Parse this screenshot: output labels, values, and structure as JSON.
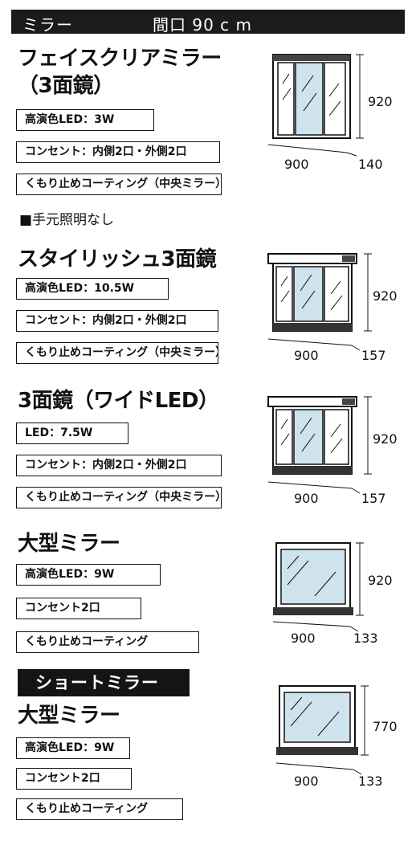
{
  "header": {
    "category": "ミラー",
    "width": "間口 90 c m"
  },
  "sections": [
    {
      "title": "フェイスクリアミラー",
      "title2": "（3面鏡）",
      "features": [
        "高演色LED：3W",
        "コンセント：内側2口・外側2口",
        "くもり止めコーティング（中央ミラー）"
      ],
      "note": "■手元照明なし",
      "dims": {
        "height": "920",
        "width": "900",
        "depth": "140"
      }
    },
    {
      "title": "スタイリッシュ3面鏡",
      "features": [
        "高演色LED：10.5W",
        "コンセント：内側2口・外側2口",
        "くもり止めコーティング（中央ミラー）"
      ],
      "dims": {
        "height": "920",
        "width": "900",
        "depth": "157"
      }
    },
    {
      "title": "3面鏡（ワイドLED）",
      "features": [
        "LED：7.5W",
        "コンセント：内側2口・外側2口",
        "くもり止めコーティング（中央ミラー）"
      ],
      "dims": {
        "height": "920",
        "width": "900",
        "depth": "157"
      }
    },
    {
      "title": "大型ミラー",
      "features": [
        "高演色LED：9W",
        "コンセント2口",
        "くもり止めコーティング"
      ],
      "dims": {
        "height": "920",
        "width": "900",
        "depth": "133"
      }
    },
    {
      "subheader": "ショートミラー",
      "title": "大型ミラー",
      "features": [
        "高演色LED：9W",
        "コンセント2口",
        "くもり止めコーティング"
      ],
      "dims": {
        "height": "770",
        "width": "900",
        "depth": "133"
      }
    }
  ]
}
